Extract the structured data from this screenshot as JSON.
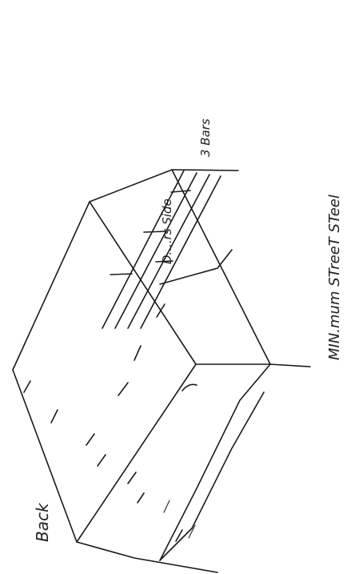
{
  "labels": {
    "back": "Back",
    "drivers_side": "D....rs Side",
    "bars": "3 Bars",
    "min_steel": "MIN.mum STreeT STeel"
  }
}
